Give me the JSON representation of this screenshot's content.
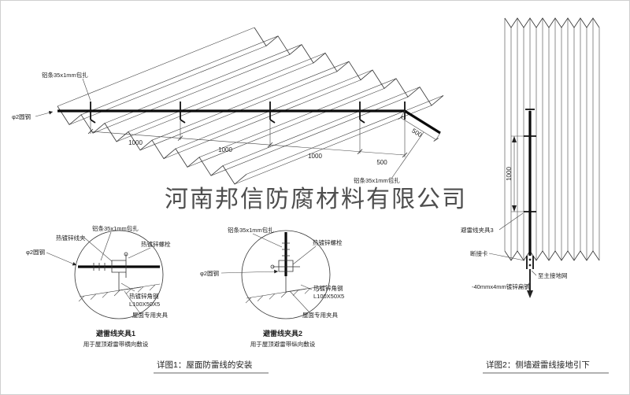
{
  "watermark": {
    "text": "河南邦信防腐材料有限公司"
  },
  "colors": {
    "red": "#cc0000",
    "watermark": "#8a8a8a",
    "line": "#222222"
  },
  "roof": {
    "label_strip_top": "铝条35x1mm包扎",
    "label_strip_bottom": "铝条35x1mm包扎",
    "label_round_steel": "φ2圆钢",
    "dim_1": "1000",
    "dim_2": "1000",
    "dim_3": "1000",
    "dim_4": "500",
    "dim_5": "500"
  },
  "detail1": {
    "title": "避雷线夹具1",
    "subtitle": "用于屋顶避雷带横向敷设",
    "label_wire_clip": "热镀锌线夹",
    "label_strip": "铝条35x1mm包扎",
    "label_bolt": "热镀锌螺栓",
    "label_round_steel": "φ2圆钢",
    "label_angle_line1": "热镀锌角钢",
    "label_angle_line2": "L100X50X5",
    "label_roof_clamp": "屋面专用夹具"
  },
  "detail2": {
    "title": "避雷线夹具2",
    "subtitle": "用于屋顶避雷带纵向敷设",
    "label_strip": "铝条35x1mm包扎",
    "label_bolt": "热镀锌螺栓",
    "label_round_steel": "φ2圆钢",
    "label_angle_line1": "热镀锌角钢",
    "label_angle_line2": "L100X50X5",
    "label_roof_clamp": "屋面专用夹具"
  },
  "wall": {
    "dim": "1000",
    "label_clamp": "避雷线夹具3",
    "label_disconnect": "断接卡",
    "label_to_ground": "至主接地网",
    "label_flat_steel": "-40mmx4mm镀锌扁钢"
  },
  "captions": {
    "fig1": "详图1：屋面防雷线的安装",
    "fig2": "详图2：侧墙避雷线接地引下"
  }
}
